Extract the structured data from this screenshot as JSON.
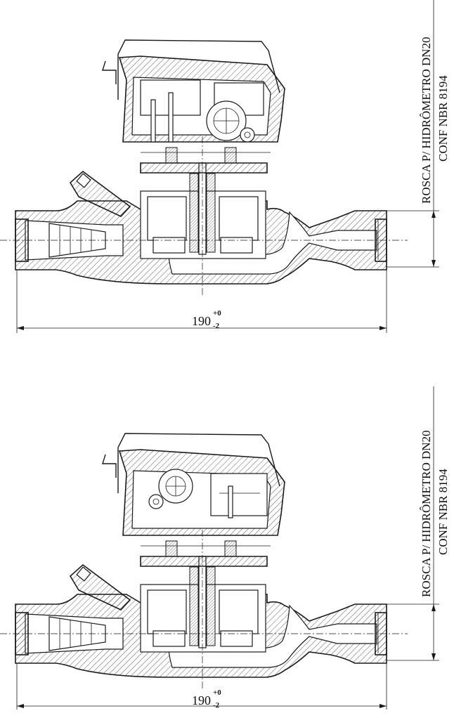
{
  "views": [
    {
      "id": "top",
      "dimension": {
        "nominal": "190",
        "upper_tol": "+0",
        "lower_tol": "-2"
      },
      "note": {
        "line1": "ROSCA P/ HIDRÔMETRO DN20",
        "line2": "CONF NBR 8194"
      }
    },
    {
      "id": "bottom",
      "dimension": {
        "nominal": "190",
        "upper_tol": "+0",
        "lower_tol": "-2"
      },
      "note": {
        "line1": "ROSCA P/ HIDRÔMETRO DN20",
        "line2": "CONF NBR 8194"
      }
    }
  ],
  "colors": {
    "ink": "#1a1a1a",
    "background": "#ffffff"
  }
}
